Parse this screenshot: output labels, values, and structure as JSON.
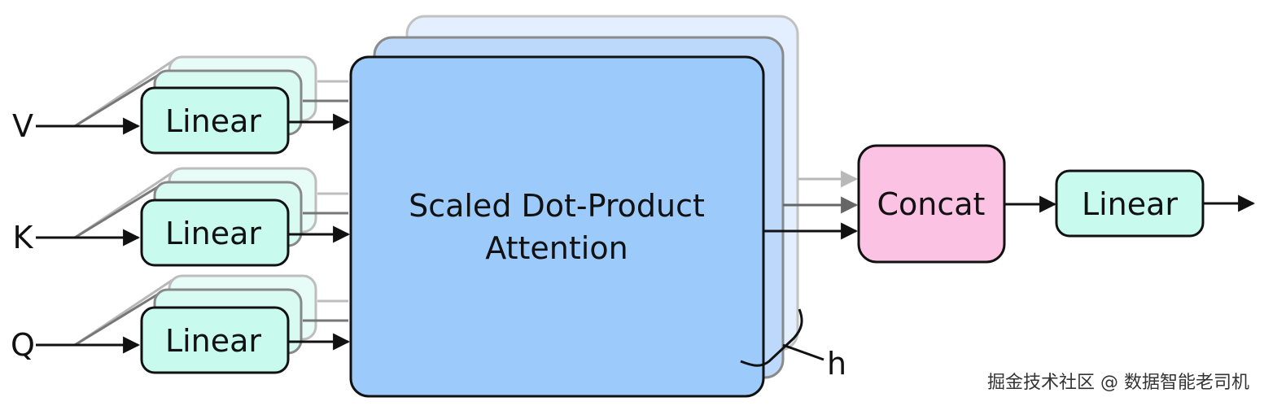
{
  "inputs": {
    "v": "V",
    "k": "K",
    "q": "Q"
  },
  "linear_label": "Linear",
  "attention": {
    "line1": "Scaled Dot-Product",
    "line2": "Attention"
  },
  "heads_label": "h",
  "concat_label": "Concat",
  "output_linear_label": "Linear",
  "watermark": "掘金技术社区 @ 数据智能老司机",
  "colors": {
    "linear_fill": "#c8fbee",
    "attention_fill": "#9ccbfb",
    "attention_back": "#dbeafe",
    "concat_fill": "#fbc2e3",
    "stroke": "#111111",
    "ghost_stroke": "#9a9a9a"
  }
}
